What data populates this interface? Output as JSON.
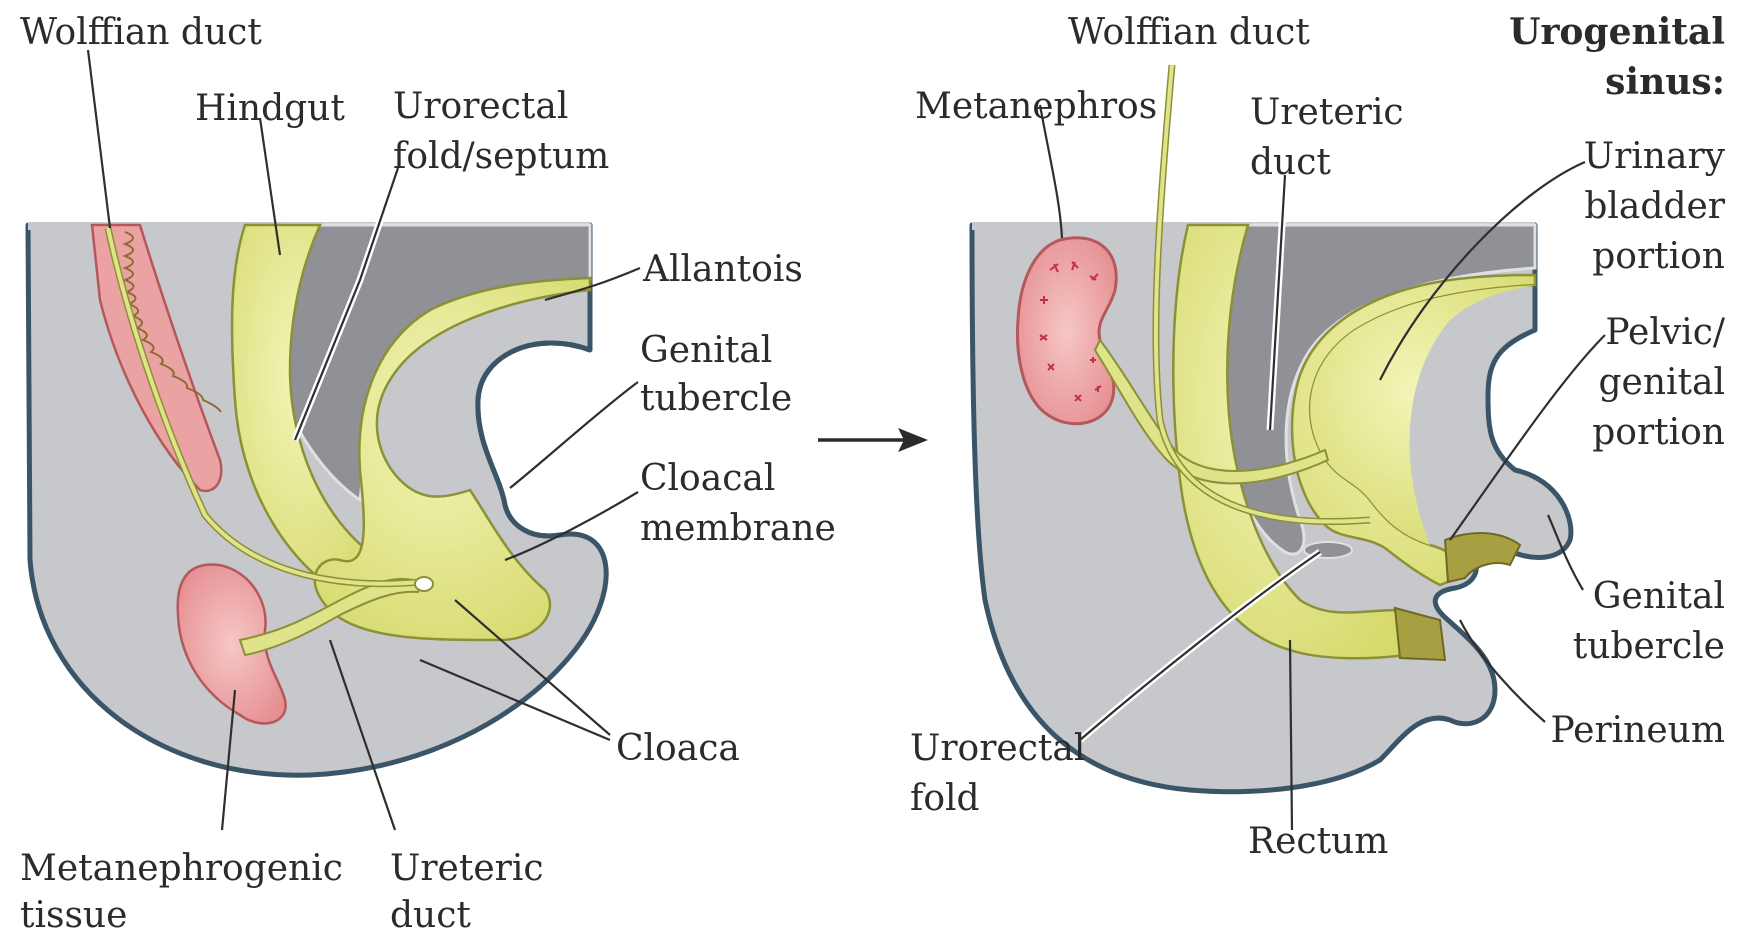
{
  "left_panel": {
    "labels": {
      "wolffian_duct": "Wolffian duct",
      "hindgut": "Hindgut",
      "urorectal_1": "Urorectal",
      "urorectal_2": "fold/septum",
      "allantois": "Allantois",
      "genital_1": "Genital",
      "genital_2": "tubercle",
      "cloacal_1": "Cloacal",
      "cloacal_2": "membrane",
      "cloaca": "Cloaca",
      "metanephrogenic_1": "Metanephrogenic",
      "metanephrogenic_2": "tissue",
      "ureteric_1": "Ureteric",
      "ureteric_2": "duct"
    }
  },
  "right_panel": {
    "labels": {
      "wolffian_duct": "Wolffian duct",
      "urogenital_1": "Urogenital",
      "urogenital_2": "sinus:",
      "metanephros": "Metanephros",
      "ureteric_1": "Ureteric",
      "ureteric_2": "duct",
      "urinary_1": "Urinary",
      "urinary_2": "bladder",
      "urinary_3": "portion",
      "pelvic_1": "Pelvic/",
      "pelvic_2": "genital",
      "pelvic_3": "portion",
      "genital_1": "Genital",
      "genital_2": "tubercle",
      "perineum": "Perineum",
      "urorectal_1": "Urorectal",
      "urorectal_2": "fold",
      "rectum": "Rectum"
    }
  },
  "colors": {
    "tissue_gray": "#c6c8cc",
    "dark_gray": "#8f9196",
    "outline_blue": "#3b5568",
    "yellow": "#dfe389",
    "yellow_stroke": "#8c9036",
    "pink": "#eba2a2",
    "pink_stroke": "#b5585c",
    "olive": "#a6a042"
  }
}
